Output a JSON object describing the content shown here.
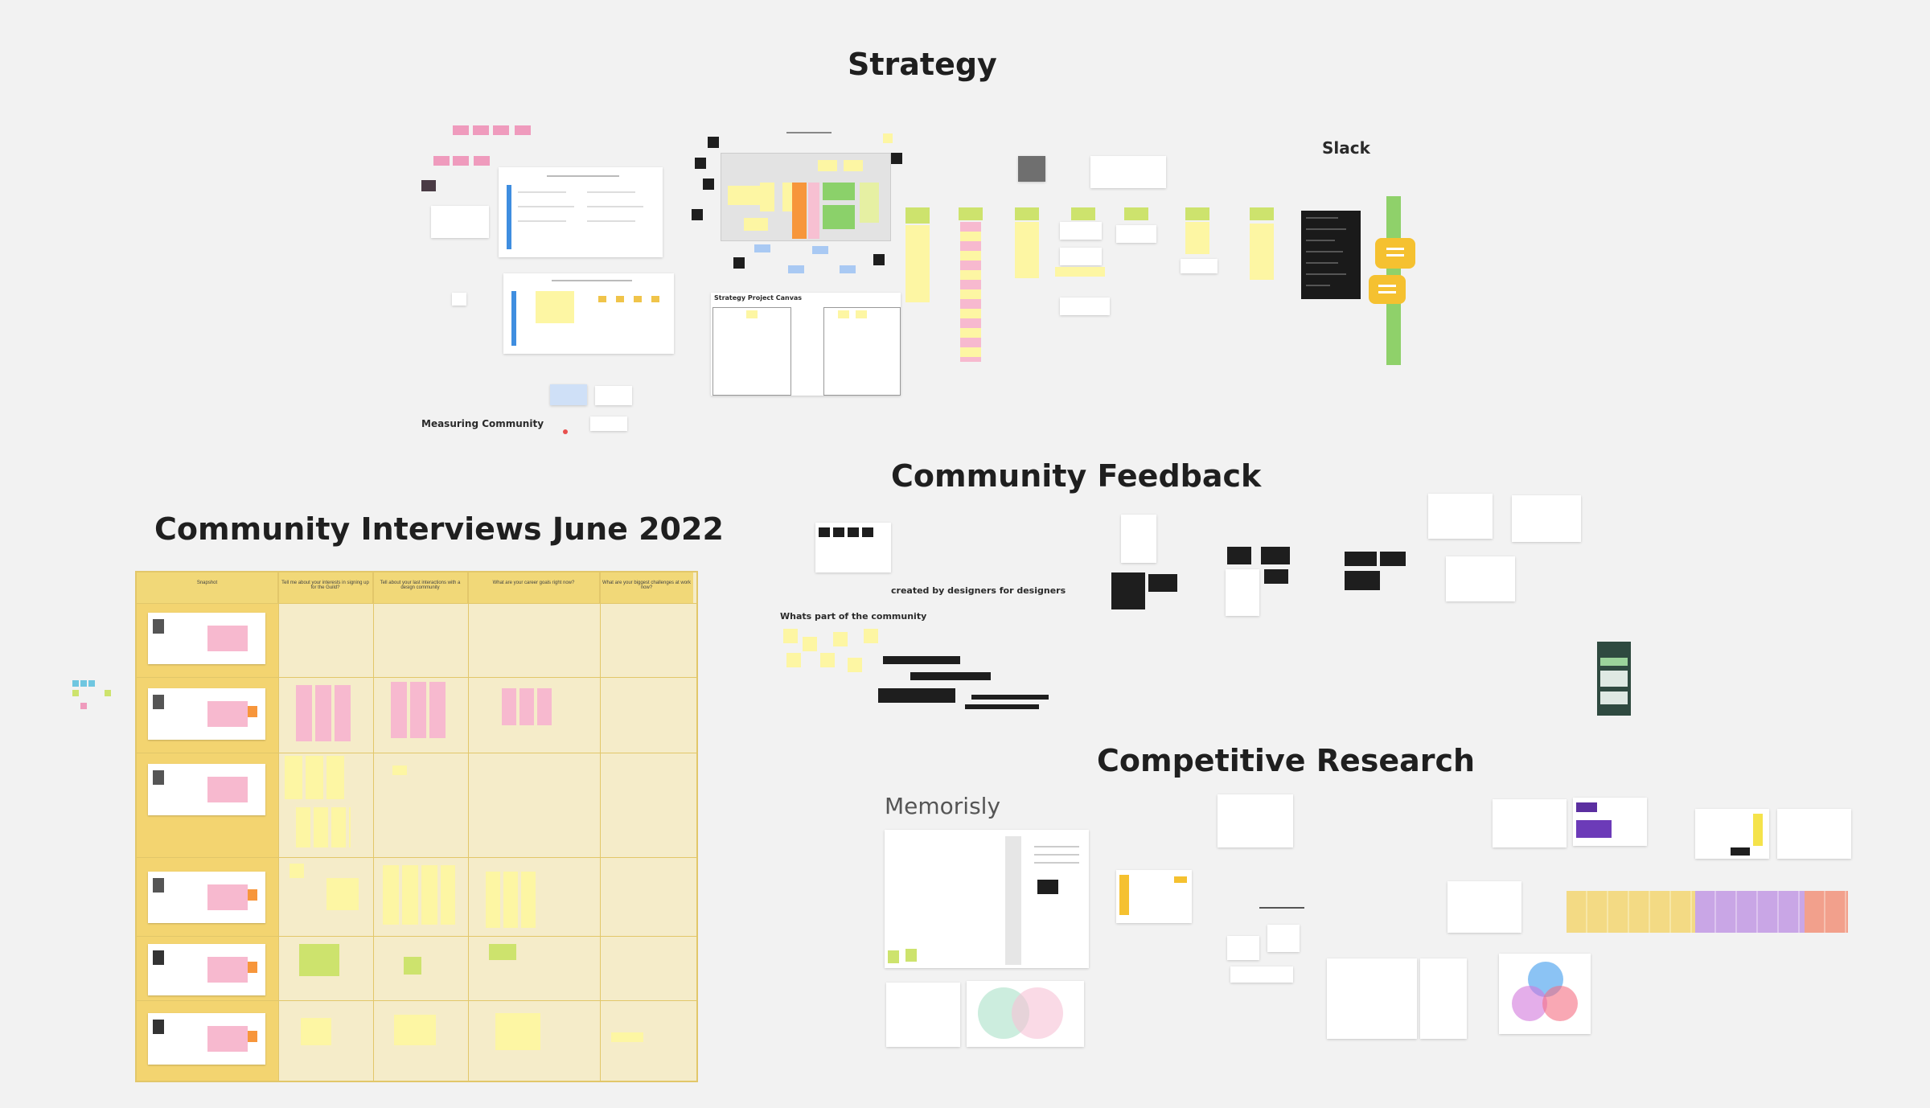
{
  "sections": {
    "strategy": "Strategy",
    "community_feedback": "Community Feedback",
    "community_interviews": "Community Interviews June 2022",
    "competitive_research": "Competitive Research"
  },
  "labels": {
    "slack": "Slack",
    "measuring_community": "Measuring Community",
    "memorisly": "Memorisly",
    "created_by": "created by designers for designers",
    "whats_part": "Whats part of the community",
    "strategy_canvas": "Strategy Project Canvas"
  },
  "interview_table": {
    "columns": [
      "Snapshot",
      "Tell me about your interests in signing up for the Guild?",
      "Tell about your last interactions with a design community",
      "What are your career goals right now?",
      "What are your biggest challenges at work now?"
    ],
    "rows": 6
  },
  "colors": {
    "canvas": "#f2f2f2",
    "sticky_yellow": "#fdf6a3",
    "sticky_green": "#cde36d",
    "sticky_pink": "#f7b9cf",
    "table_header": "#f1d878",
    "slack_bar": "#8fd16a",
    "comment_bubble": "#f5c130"
  },
  "icons": [
    "comment-bubble-icon",
    "comment-bubble-icon"
  ]
}
